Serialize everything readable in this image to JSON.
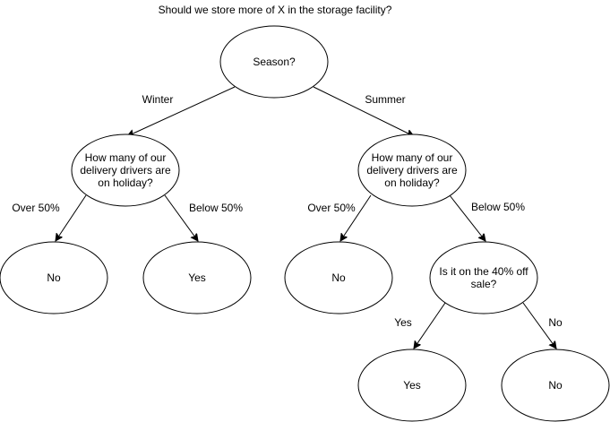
{
  "title": "Should we store more of X in the storage facility?",
  "nodes": {
    "root": [
      "Season?"
    ],
    "winter_drivers": [
      "How many of our",
      "delivery drivers are",
      "on holiday?"
    ],
    "summer_drivers": [
      "How many of our",
      "delivery drivers are",
      "on holiday?"
    ],
    "winter_over_result": [
      "No"
    ],
    "winter_below_result": [
      "Yes"
    ],
    "summer_over_result": [
      "No"
    ],
    "sale_question": [
      "Is it on the 40% off",
      "sale?"
    ],
    "sale_yes_result": [
      "Yes"
    ],
    "sale_no_result": [
      "No"
    ]
  },
  "edges": {
    "root_winter": "Winter",
    "root_summer": "Summer",
    "winter_over": "Over 50%",
    "winter_below": "Below 50%",
    "summer_over": "Over 50%",
    "summer_below": "Below 50%",
    "sale_yes": "Yes",
    "sale_no": "No"
  }
}
